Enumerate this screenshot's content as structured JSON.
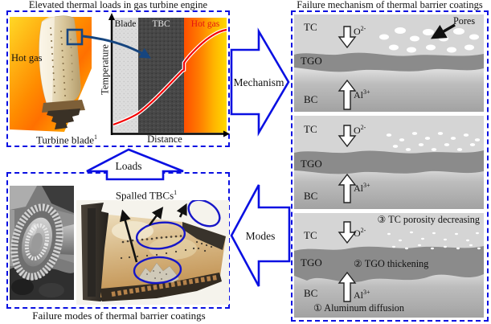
{
  "thermal_loads": {
    "title": "Elevated thermal loads in gas turbine engine",
    "hot_gas": "Hot gas",
    "blade_caption": {
      "text": "Turbine blade",
      "sup": "1"
    },
    "graph": {
      "y_axis": "Temperature",
      "x_axis": "Distance",
      "region_blade": "Blade",
      "region_tbc": "TBC",
      "region_hot_gas": "Hot gas"
    }
  },
  "mechanism_panel": {
    "title": "Failure mechanism of thermal barrier coatings",
    "layers": {
      "tc": "TC",
      "tgo": "TGO",
      "bc": "BC"
    },
    "ions": {
      "oxygen": {
        "base": "O",
        "sup": "2-"
      },
      "aluminum": {
        "base": "Al",
        "sup": "3+"
      }
    },
    "pores": "Pores",
    "annotations": {
      "step1": "① Aluminum diffusion",
      "step2": "② TGO thickening",
      "step3": "③ TC porosity decreasing"
    }
  },
  "modes_panel": {
    "caption": "Failure modes of thermal barrier coatings",
    "spalled": {
      "text": "Spalled TBCs",
      "sup": "1"
    }
  },
  "connectors": {
    "mechanism": "Mechanism",
    "loads": "Loads",
    "modes": "Modes"
  },
  "colors": {
    "accent_blue": "#0a10e2",
    "annotation_blue": "#1616c8",
    "curve_red": "#f40000",
    "hot_gas_text": "#e31212",
    "tc_gray": "#d5d5d5",
    "tgo_gray": "#8b8b8b"
  }
}
